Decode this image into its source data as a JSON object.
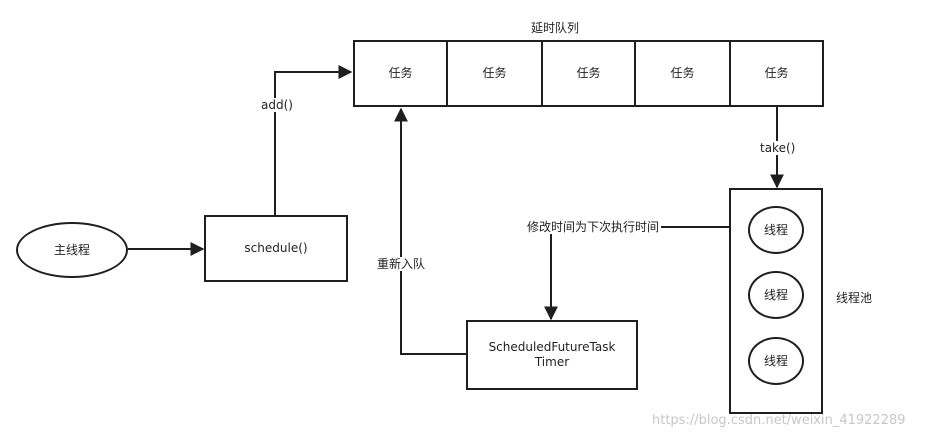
{
  "diagram": {
    "main_thread": "主线程",
    "schedule_box": "schedule()",
    "add_label": "add()",
    "queue_title": "延时队列",
    "queue_cells": [
      "任务",
      "任务",
      "任务",
      "任务",
      "任务"
    ],
    "take_label": "take()",
    "requeue_label": "重新入队",
    "modify_label": "修改时间为下次执行时间",
    "task_box_line1": "ScheduledFutureTask",
    "task_box_line2": "Timer",
    "pool_threads": [
      "线程",
      "线程",
      "线程"
    ],
    "pool_label": "线程池",
    "watermark": "https://blog.csdn.net/weixin_41922289"
  }
}
